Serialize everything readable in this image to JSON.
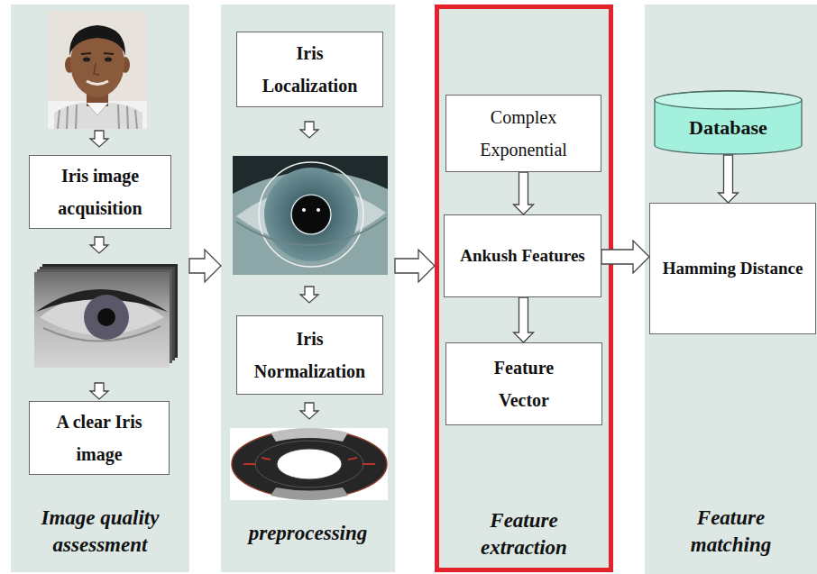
{
  "diagram": {
    "nodes": [
      {
        "text": [
          "Image quality assessment"
        ]
      },
      {
        "text": [
          "Iris image acquisition"
        ],
        "in": 0
      },
      {
        "text": [
          "A clear Iris image"
        ],
        "in": 0
      },
      {
        "text": [
          "preprocessing"
        ]
      },
      {
        "text": [
          "Iris Localization"
        ],
        "in": 3
      },
      {
        "text": [
          "Iris Normalization"
        ],
        "in": 3
      },
      {
        "text": [
          "Feature extraction"
        ]
      },
      {
        "text": [
          "Complex Exponential"
        ],
        "in": 6
      },
      {
        "text": [
          "Ankush Features"
        ],
        "in": 6
      },
      {
        "text": [
          "Feature Vector"
        ],
        "in": 6
      },
      {
        "text": [
          "Feature matching"
        ]
      },
      {
        "text": [
          "Database"
        ],
        "in": 10
      },
      {
        "text": [
          "Hamming Distance"
        ],
        "in": 10
      }
    ],
    "edges": [
      {
        "from": 0,
        "to": 3,
        "arrow": "to"
      },
      {
        "from": 3,
        "to": 6,
        "arrow": "to"
      },
      {
        "from": 8,
        "to": 12,
        "arrow": "to"
      },
      {
        "from": 7,
        "to": 8,
        "arrow": "to"
      },
      {
        "from": 8,
        "to": 9,
        "arrow": "to"
      },
      {
        "from": 11,
        "to": 12,
        "arrow": "to"
      }
    ]
  }
}
